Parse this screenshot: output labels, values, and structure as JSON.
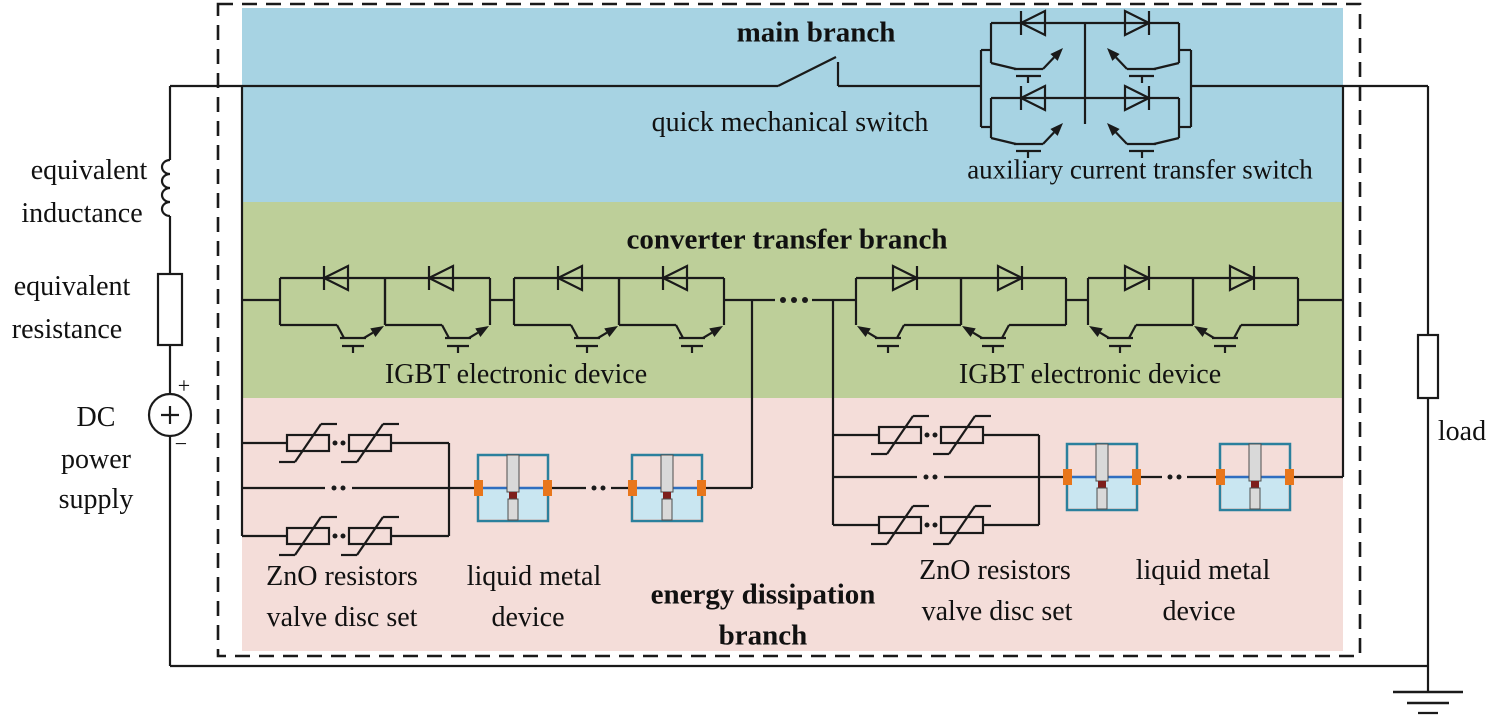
{
  "main_branch": {
    "title": "main branch",
    "switch_label": "quick mechanical switch",
    "aux_switch_label": "auxiliary current transfer switch"
  },
  "converter_branch": {
    "title": "converter transfer branch",
    "igbt_label_left": "IGBT electronic device",
    "igbt_label_right": "IGBT electronic device"
  },
  "energy_branch": {
    "title_line1": "energy dissipation",
    "title_line2": "branch",
    "zno_left_line1": "ZnO resistors",
    "zno_left_line2": "valve disc set",
    "zno_right_line1": "ZnO resistors",
    "zno_right_line2": "valve disc set",
    "lm_left_line1": "liquid metal",
    "lm_left_line2": "device",
    "lm_right_line1": "liquid metal",
    "lm_right_line2": "device"
  },
  "left_side": {
    "inductance_line1": "equivalent",
    "inductance_line2": "inductance",
    "resistance_line1": "equivalent",
    "resistance_line2": "resistance",
    "dc_line1": "DC",
    "dc_line2": "power",
    "dc_line3": "supply",
    "source_plus": "+",
    "source_minus": "−"
  },
  "right_side": {
    "load_label": "load"
  },
  "colors": {
    "main_band": "#a7d3e3",
    "converter_band": "#bdcf99",
    "energy_band": "#f4ddd9",
    "wire": "#1a1a1a",
    "lm_border": "#2a809d",
    "lm_fill": "#c9e6f1",
    "lm_line": "#2f6ec0",
    "lm_connector": "#e8761b",
    "lm_bar": "#d9d9d9",
    "lm_bar_edge": "#4d4d4d",
    "lm_red": "#7e1f1c"
  }
}
